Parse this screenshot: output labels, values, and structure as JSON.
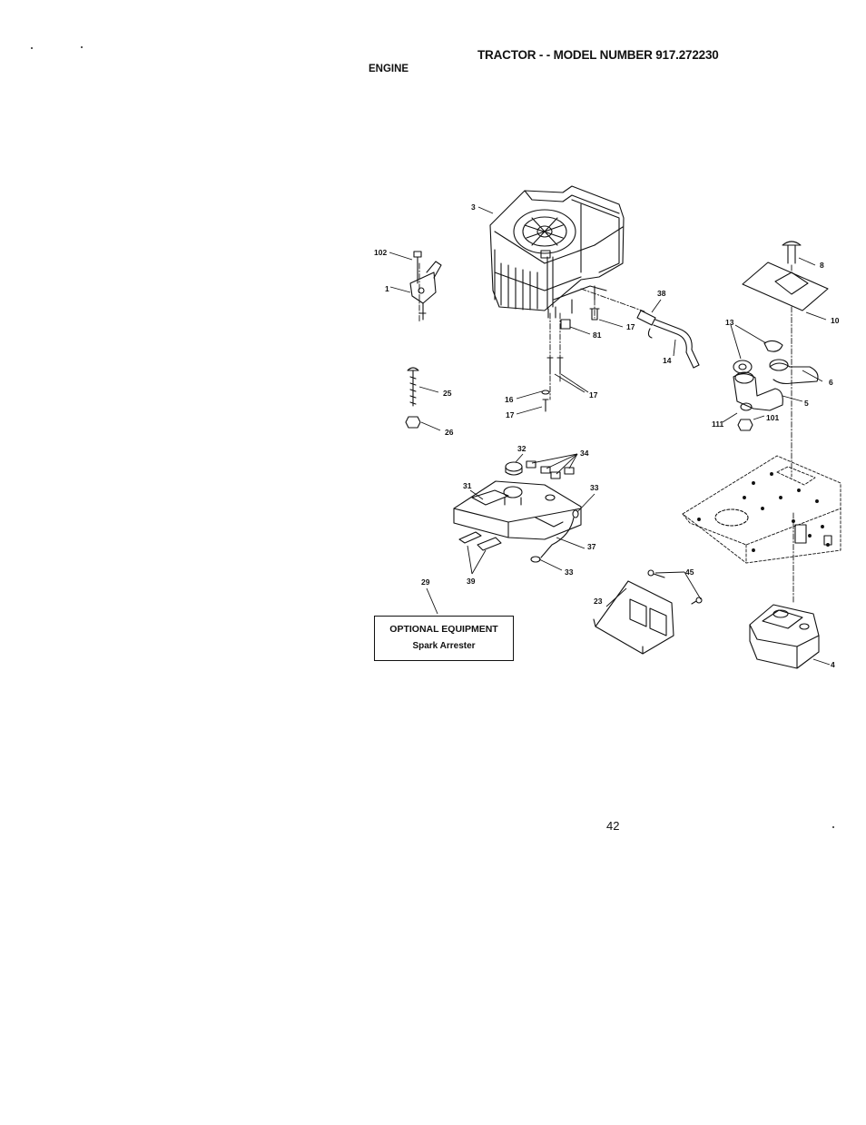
{
  "header": {
    "title": "TRACTOR - - MODEL NUMBER 917.272230",
    "section": "ENGINE"
  },
  "diagram": {
    "callouts": [
      "3",
      "102",
      "1",
      "38",
      "17",
      "81",
      "14",
      "8",
      "10",
      "13",
      "6",
      "5",
      "111",
      "101",
      "25",
      "26",
      "16",
      "17",
      "17",
      "32",
      "34",
      "31",
      "33",
      "37",
      "33",
      "39",
      "29",
      "45",
      "23",
      "4"
    ]
  },
  "optional_box": {
    "title": "OPTIONAL EQUIPMENT",
    "subtitle": "Spark Arrester"
  },
  "footer": {
    "page_number": "42"
  }
}
